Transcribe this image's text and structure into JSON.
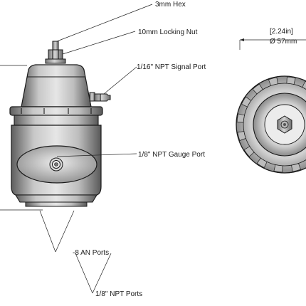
{
  "labels": {
    "hex": "3mm Hex",
    "locking_nut": "10mm Locking Nut",
    "signal_port": "1/16\" NPT Signal Port",
    "gauge_port": "1/8\" NPT Gauge Port",
    "an_ports": "-8 AN Ports",
    "npt_ports": "1/8\" NPT Ports"
  },
  "dimension": {
    "inches": "[2.24in]",
    "mm": "Ø 57mm"
  },
  "colors": {
    "outline": "#1a1a1a",
    "body_light": "#d9d9d9",
    "body_dark": "#6a6a6a"
  }
}
